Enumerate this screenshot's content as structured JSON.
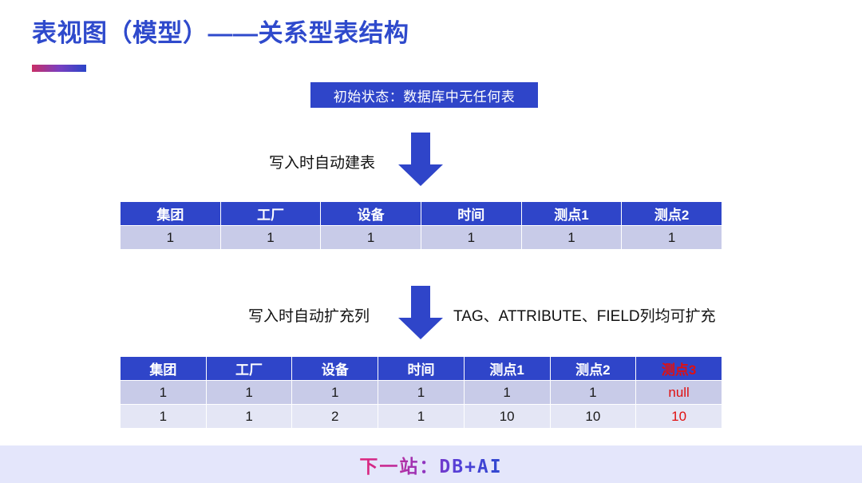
{
  "slide": {
    "title": "表视图（模型）——关系型表结构",
    "accent_gradient_from": "#c92f66",
    "accent_gradient_to": "#2a45c8"
  },
  "banner": {
    "initial_state": "初始状态：数据库中无任何表",
    "background": "#2f45c9",
    "color": "#ffffff"
  },
  "steps": [
    {
      "label": "写入时自动建表",
      "arrow": "down-arrow-icon"
    },
    {
      "label": "写入时自动扩充列",
      "note": "TAG、ATTRIBUTE、FIELD列均可扩充",
      "arrow": "down-arrow-icon"
    }
  ],
  "table1": {
    "headers": [
      "集团",
      "工厂",
      "设备",
      "时间",
      "测点1",
      "测点2"
    ],
    "rows": [
      [
        "1",
        "1",
        "1",
        "1",
        "1",
        "1"
      ]
    ]
  },
  "table2": {
    "headers": [
      "集团",
      "工厂",
      "设备",
      "时间",
      "测点1",
      "测点2",
      "测点3"
    ],
    "accent_header_index": 6,
    "accent_color": "#e01010",
    "rows": [
      [
        "1",
        "1",
        "1",
        "1",
        "1",
        "1",
        "null"
      ],
      [
        "1",
        "1",
        "2",
        "1",
        "10",
        "10",
        "10"
      ]
    ]
  },
  "footer": {
    "text": "下一站：DB+AI",
    "background": "#e4e6fb"
  }
}
